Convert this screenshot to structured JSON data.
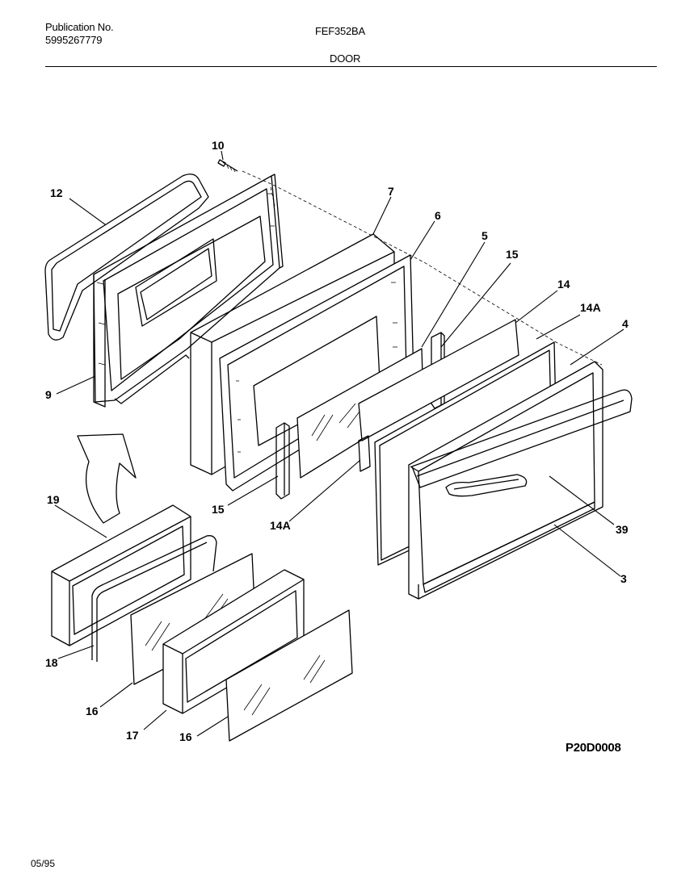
{
  "header": {
    "publication_label": "Publication No.",
    "publication_number": "5995267779",
    "model": "FEF352BA",
    "section": "DOOR"
  },
  "callouts": {
    "c10": "10",
    "c12": "12",
    "c7": "7",
    "c6": "6",
    "c5": "5",
    "c15a": "15",
    "c14": "14",
    "c14A_top": "14A",
    "c4": "4",
    "c9": "9",
    "c19": "19",
    "c15b": "15",
    "c14A_bottom": "14A",
    "c39": "39",
    "c3": "3",
    "c18": "18",
    "c16a": "16",
    "c17": "17",
    "c16b": "16"
  },
  "diagram_id": "P20D0008",
  "footer": {
    "date": "05/95"
  }
}
